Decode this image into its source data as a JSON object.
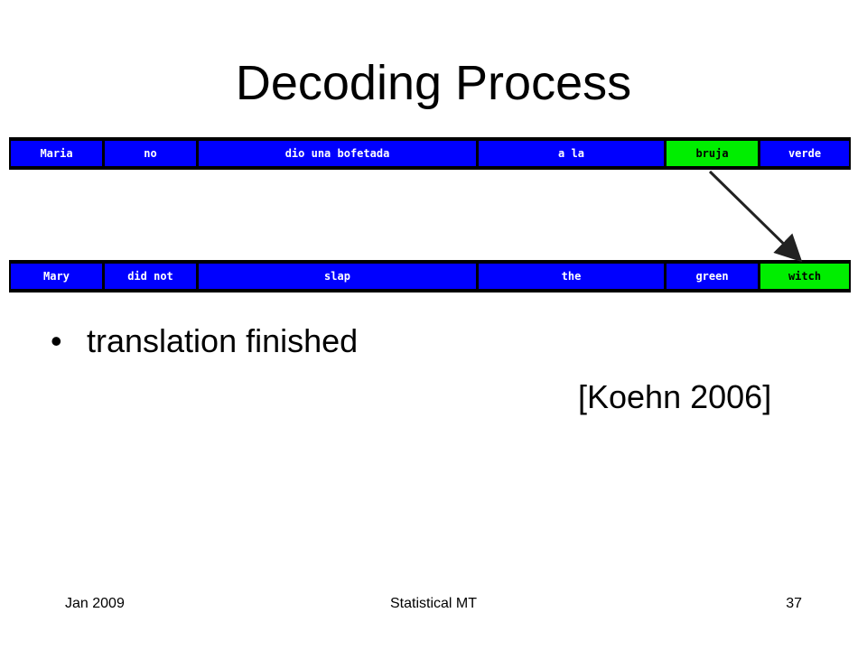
{
  "slide": {
    "title": "Decoding Process",
    "bullet": "translation finished",
    "citation": "[Koehn 2006]"
  },
  "diagram": {
    "source_words": [
      "Maria",
      "no",
      "dio una bofetada",
      "a la",
      "bruja",
      "verde"
    ],
    "target_words": [
      "Mary",
      "did not",
      "slap",
      "the",
      "green",
      "witch"
    ],
    "highlight_color": "#00ee00",
    "box_color": "#0000ff"
  },
  "footer": {
    "left": "Jan 2009",
    "center": "Statistical MT",
    "right": "37"
  }
}
